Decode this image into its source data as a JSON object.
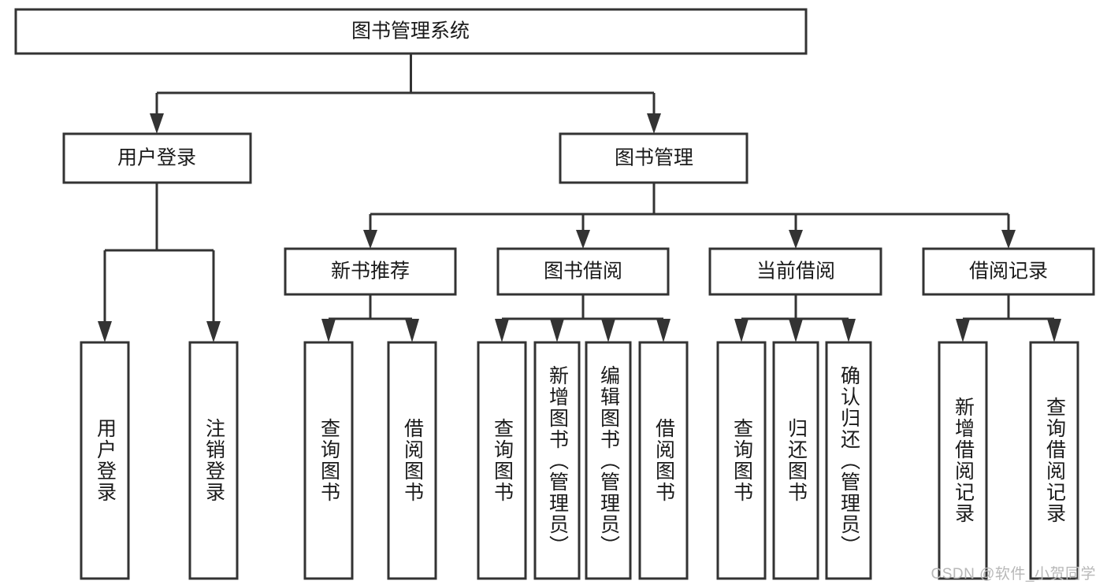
{
  "diagram": {
    "title": "图书管理系统",
    "type": "tree",
    "orientation": "top-down",
    "root": {
      "label": "图书管理系统"
    },
    "level1": [
      {
        "label": "用户登录"
      },
      {
        "label": "图书管理"
      }
    ],
    "level2": [
      {
        "label": "新书推荐"
      },
      {
        "label": "图书借阅"
      },
      {
        "label": "当前借阅"
      },
      {
        "label": "借阅记录"
      }
    ],
    "leaves": {
      "user_login": [
        {
          "label": "用户登录"
        },
        {
          "label": "注销登录"
        }
      ],
      "new_book_recommend": [
        {
          "label": "查询图书"
        },
        {
          "label": "借阅图书"
        }
      ],
      "book_borrow": [
        {
          "label": "查询图书"
        },
        {
          "label": "新增图书（管理员）"
        },
        {
          "label": "编辑图书（管理员）"
        },
        {
          "label": "借阅图书"
        }
      ],
      "current_borrow": [
        {
          "label": "查询图书"
        },
        {
          "label": "归还图书"
        },
        {
          "label": "确认归还（管理员）"
        }
      ],
      "borrow_record": [
        {
          "label": "新增借阅记录"
        },
        {
          "label": "查询借阅记录"
        }
      ]
    }
  },
  "watermark": {
    "text": "CSDN @软件_小贺同学"
  },
  "colors": {
    "stroke": "#333333",
    "fill": "#ffffff",
    "text": "#1a1a1a",
    "watermark": "#b8b8b8",
    "background": "#ffffff"
  }
}
